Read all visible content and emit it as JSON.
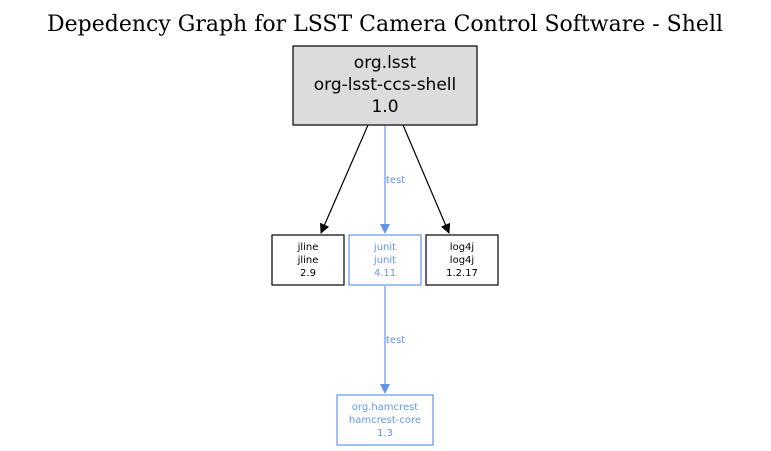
{
  "title": "Depedency Graph for LSST Camera Control Software - Shell",
  "colors": {
    "compile": "#000000",
    "test": "#6495ed",
    "root_fill": "#dcdcdc",
    "node_fill": "#ffffff"
  },
  "nodes": {
    "root": {
      "group": "org.lsst",
      "artifact": "org-lsst-ccs-shell",
      "version": "1.0",
      "scope": "root"
    },
    "jline": {
      "group": "jline",
      "artifact": "jline",
      "version": "2.9",
      "scope": "compile"
    },
    "junit": {
      "group": "junit",
      "artifact": "junit",
      "version": "4.11",
      "scope": "test"
    },
    "log4j": {
      "group": "log4j",
      "artifact": "log4j",
      "version": "1.2.17",
      "scope": "compile"
    },
    "hamcrest": {
      "group": "org.hamcrest",
      "artifact": "hamcrest-core",
      "version": "1.3",
      "scope": "test"
    }
  },
  "edges": [
    {
      "from": "root",
      "to": "jline",
      "label": ""
    },
    {
      "from": "root",
      "to": "junit",
      "label": "test"
    },
    {
      "from": "root",
      "to": "log4j",
      "label": ""
    },
    {
      "from": "junit",
      "to": "hamcrest",
      "label": "test"
    }
  ]
}
